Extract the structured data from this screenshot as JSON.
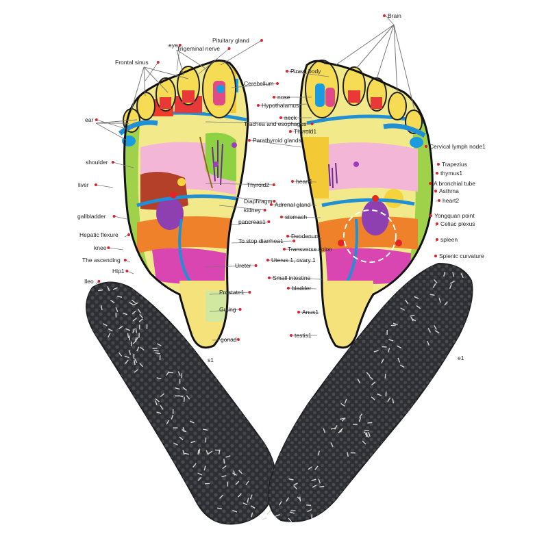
{
  "left_labels": [
    "Pituitary gland",
    "eye",
    "Trigeminal nerve",
    "Frontal sinus",
    "Cerebellum",
    "ear",
    "Trachea and esophagus",
    "shoulder",
    "liver",
    "Thyroid2",
    "Diaphragm",
    "kidney",
    "gallbladder",
    "pancreas1",
    "Hepatic flexure",
    "To stop diarrhea1",
    "knee",
    "The ascending",
    "Ureter",
    "Hip1",
    "Ileo",
    "Prostate1",
    "Gujing",
    "gonad"
  ],
  "right_labels": [
    "Brain",
    "Pineal body",
    "nose",
    "Hypothalamus",
    "neck",
    "Thyroid1",
    "Parathyroid glands",
    "Cervical lymph node1",
    "Trapezius",
    "thymus1",
    "heart1",
    "A bronchial tube",
    "Asthma",
    "heart2",
    "Adrenal gland",
    "stomach",
    "Yongquan point",
    "Celiac plexus",
    "Duodenum",
    "spleen",
    "Transverse colon",
    "Splenic curvature",
    "Uterus 1, ovary 1",
    "Small intestine",
    "bladder",
    "Anus1",
    "testis1"
  ],
  "partial_labels": [
    "s1",
    "e1"
  ],
  "colors": {
    "label_dot": "#d9262c",
    "leader_line": "#777777",
    "insole": "#2d2f33"
  }
}
